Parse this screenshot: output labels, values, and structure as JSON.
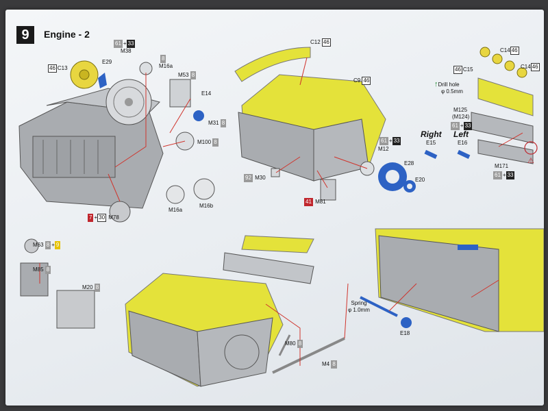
{
  "step": {
    "number": "9",
    "title": "Engine - 2"
  },
  "callouts": {
    "c13": {
      "part": "C13",
      "code": "46"
    },
    "e29": {
      "part": "E29"
    },
    "m38": {
      "part": "M38",
      "code_a": "61",
      "plus": "+",
      "code_b": "33"
    },
    "m16a_top": {
      "part": "M16a",
      "code": "8"
    },
    "m53": {
      "part": "M53",
      "code": "8"
    },
    "e14": {
      "part": "E14"
    },
    "m31": {
      "part": "M31",
      "code": "8"
    },
    "m100": {
      "part": "M100",
      "code": "8"
    },
    "m78": {
      "part": "M78",
      "code_a": "7",
      "plus": "+",
      "code_b": "30"
    },
    "m16a_bottom": {
      "part": "M16a"
    },
    "m16b": {
      "part": "M16b"
    },
    "c12": {
      "part": "C12",
      "code": "46"
    },
    "c9": {
      "part": "C9",
      "code": "46"
    },
    "m12": {
      "part": "M12",
      "code_a": "61",
      "plus": "+",
      "code_b": "33"
    },
    "m30": {
      "part": "M30",
      "code": "92"
    },
    "m81": {
      "part": "M81",
      "code": "41"
    },
    "e28": {
      "part": "E28"
    },
    "e20": {
      "part": "E20"
    },
    "c14_top": {
      "part": "C14",
      "code": "46"
    },
    "c14_right": {
      "part": "C14",
      "code": "46"
    },
    "c15": {
      "part": "C15",
      "code": "46"
    },
    "drill": {
      "text": "Drill hole",
      "size": "φ 0.5mm"
    },
    "m125": {
      "part": "M125",
      "alt": "(M124)",
      "code_a": "61",
      "plus": "+",
      "code_b": "33"
    },
    "right": {
      "word": "Right",
      "part": "E15"
    },
    "left": {
      "word": "Left",
      "part": "E16"
    },
    "m171": {
      "part": "M171",
      "code_a": "61",
      "plus": "+",
      "code_b": "33"
    },
    "m63": {
      "part": "M63",
      "code_a": "8",
      "plus": "+",
      "code_b": "9"
    },
    "m85": {
      "part": "M85",
      "code": "8"
    },
    "m20": {
      "part": "M20",
      "code": "8"
    },
    "m80": {
      "part": "M80",
      "code": "8"
    },
    "m4": {
      "part": "M4",
      "code": "8"
    },
    "spring": {
      "text": "Spring",
      "size": "φ 1.0mm"
    },
    "e18": {
      "part": "E18"
    }
  },
  "colors": {
    "engine_grey": "#a9acb0",
    "highlight_yellow": "#e4e23a",
    "part_blue": "#2d62c4",
    "leader_red": "#d0342c",
    "fan_yellow": "#e8d640"
  }
}
